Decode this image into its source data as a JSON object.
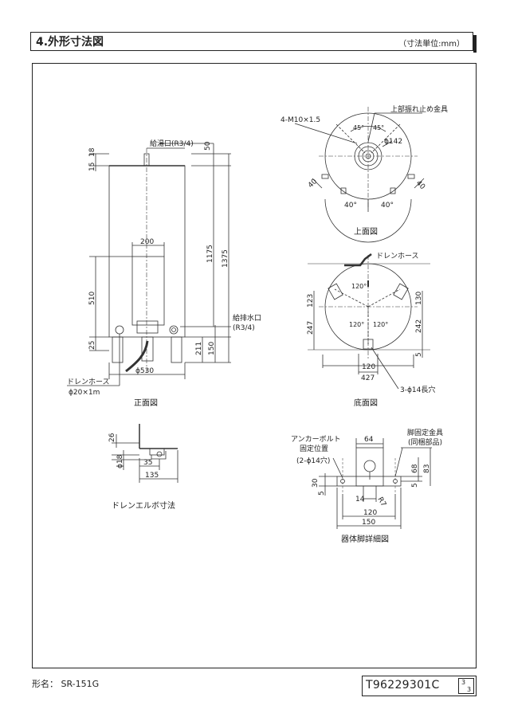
{
  "header": {
    "title": "4.外形寸法図",
    "unit": "（寸法単位:mm）"
  },
  "front": {
    "caption": "正面図",
    "hot_outlet": "給湯口(R3/4)",
    "supply_port_1": "給排水口",
    "supply_port_2": "(R3/4)",
    "drain_hose_1": "ドレンホース",
    "drain_hose_2": "ϕ20×1m",
    "d50": "50",
    "d18": "18",
    "d15": "15",
    "d200": "200",
    "d1175": "1175",
    "d1375": "1375",
    "d510": "510",
    "d25": "25",
    "d211": "211",
    "d150": "150",
    "d530": "ϕ530"
  },
  "top": {
    "caption": "上面図",
    "bolt": "4-M10×1.5",
    "bracket": "上部振れ止め金具",
    "a45a": "45°",
    "a45b": "45°",
    "d142": "ϕ142",
    "d40a": "40",
    "d40b": "40",
    "a40a": "40°",
    "a40b": "40°"
  },
  "bottom": {
    "caption": "底面図",
    "drain_hose": "ドレンホース",
    "a120a": "120°",
    "a120b": "120°",
    "a120c": "120°",
    "d123": "123",
    "d247": "247",
    "d130": "130",
    "d242": "242",
    "d5": "5",
    "d120": "120",
    "d427": "427",
    "holes": "3-ϕ14長穴"
  },
  "elbow": {
    "caption": "ドレンエルボ寸法",
    "d26": "26",
    "d18": "ϕ18",
    "d35": "35",
    "d135": "135"
  },
  "leg": {
    "caption": "器体脚詳細図",
    "anchor_1": "アンカーボルト",
    "anchor_2": "固定位置",
    "anchor_3": "(2-ϕ14穴)",
    "fix_1": "脚固定金具",
    "fix_2": "(同梱部品)",
    "d64": "64",
    "d30": "30",
    "d5a": "5",
    "d14": "14",
    "dR7": "R7",
    "d120": "120",
    "d150": "150",
    "d68": "68",
    "d83": "83",
    "d5b": "5"
  },
  "footer": {
    "model": "形名：  SR-151G",
    "doc_no": "T96229301C",
    "page_num": "3",
    "page_total": "3"
  }
}
